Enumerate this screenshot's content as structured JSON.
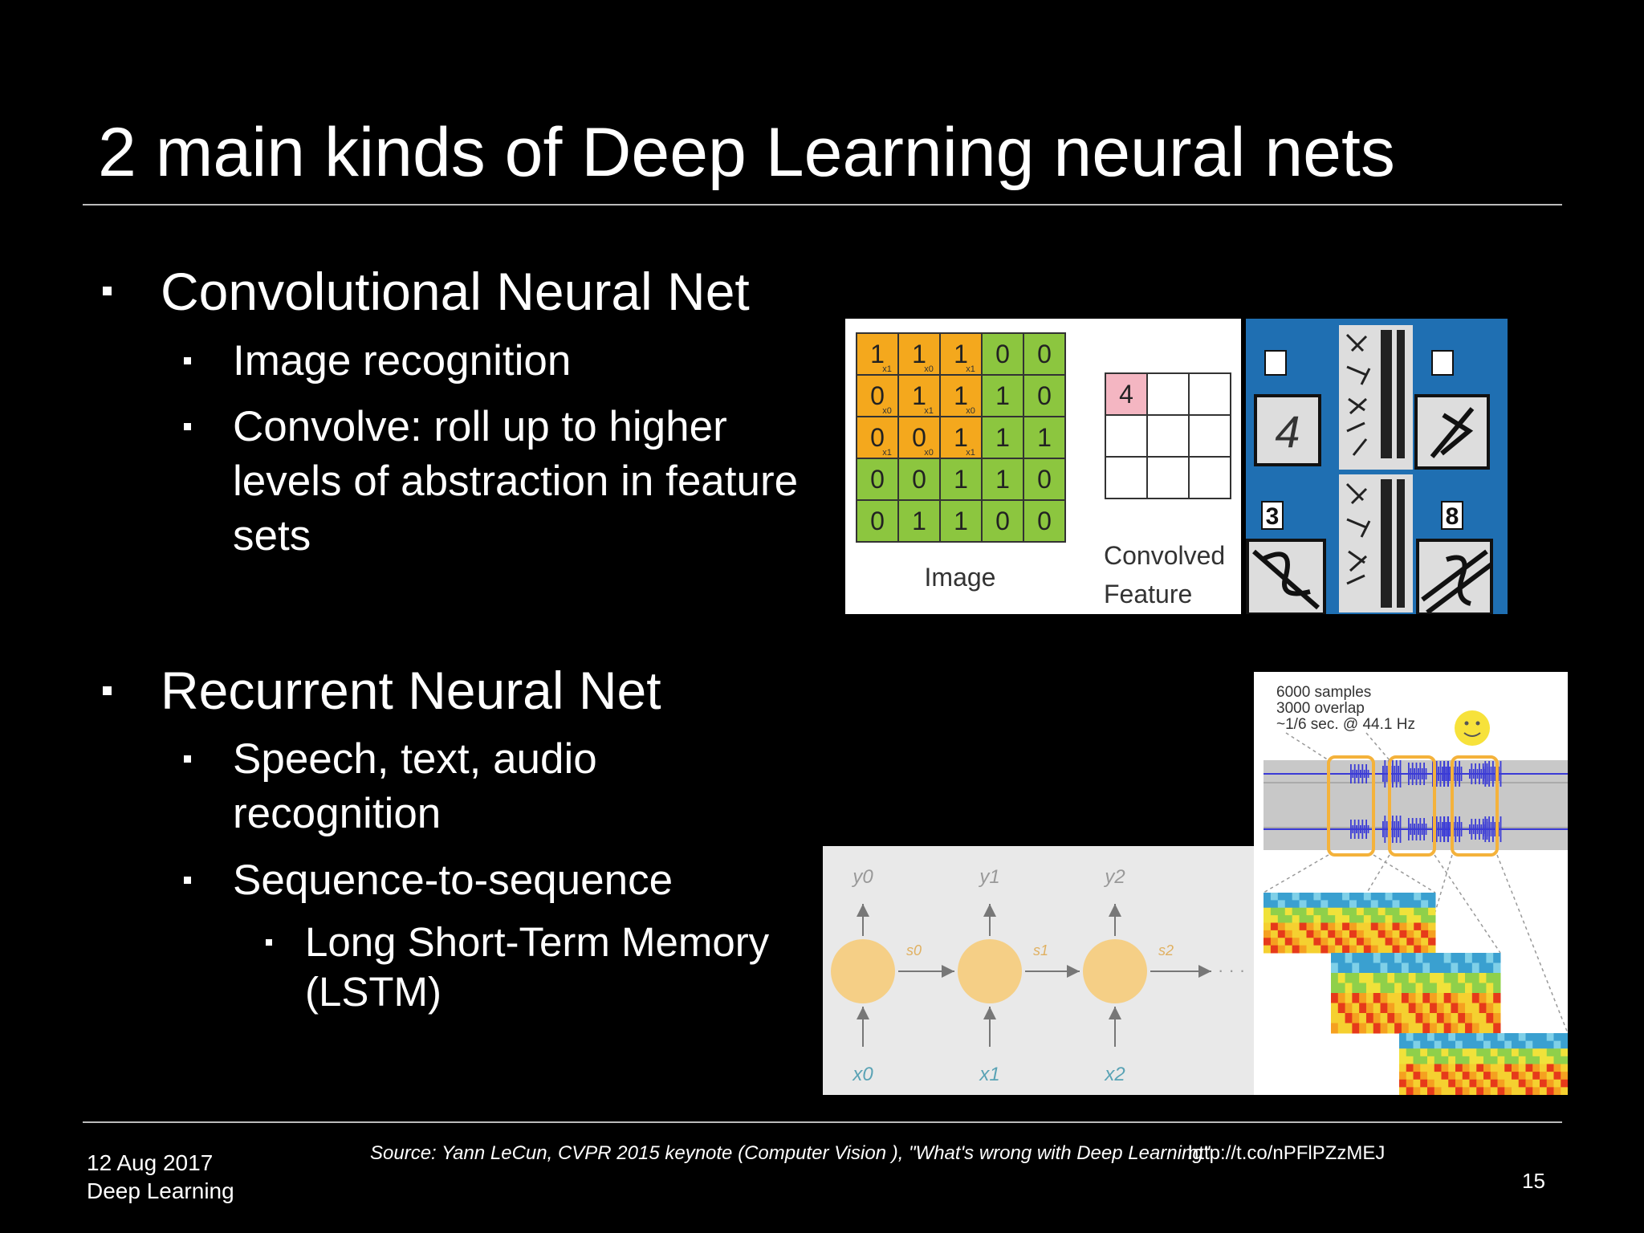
{
  "slide": {
    "title": "2 main kinds of Deep Learning neural nets",
    "sections": [
      {
        "heading": "Convolutional Neural Net",
        "items": [
          "Image recognition",
          "Convolve: roll up to higher levels of abstraction in feature sets"
        ]
      },
      {
        "heading": "Recurrent Neural Net",
        "items": [
          "Speech, text, audio recognition",
          "Sequence-to-sequence"
        ],
        "subitems": [
          "Long Short-Term Memory (LSTM)"
        ]
      }
    ],
    "footer": {
      "date": "12 Aug 2017",
      "topic": "Deep Learning",
      "source": "Source: Yann LeCun, CVPR 2015 keynote (Computer Vision ), \"What's wrong with Deep Learning\"",
      "link": "http://t.co/nPFlPZzMEJ",
      "page": "15"
    }
  },
  "figures": {
    "conv": {
      "grid": [
        [
          1,
          1,
          1,
          0,
          0
        ],
        [
          0,
          1,
          1,
          1,
          0
        ],
        [
          0,
          0,
          1,
          1,
          1
        ],
        [
          0,
          0,
          1,
          1,
          0
        ],
        [
          0,
          1,
          1,
          0,
          0
        ]
      ],
      "kernel_marks": [
        "x1",
        "x0",
        "x1",
        "x0",
        "x1",
        "x0",
        "x1",
        "x0",
        "x1"
      ],
      "feature_value": "4",
      "image_label": "Image",
      "feature_label_1": "Convolved",
      "feature_label_2": "Feature",
      "colors": {
        "orange": "#f4a81d",
        "green": "#8cc63f",
        "pink": "#f4b6c2"
      }
    },
    "digits": {
      "labels": [
        "4",
        "3",
        "8"
      ],
      "background": "#1f6fb2"
    },
    "rnn": {
      "y_labels": [
        "y0",
        "y1",
        "y2"
      ],
      "x_labels": [
        "x0",
        "x1",
        "x2"
      ],
      "s_labels": [
        "s0",
        "s1",
        "s2"
      ],
      "ellipsis": "· · ·"
    },
    "audio": {
      "line1": "6000 samples",
      "line2": "3000 overlap",
      "line3": "~1/6 sec. @ 44.1 Hz"
    }
  }
}
